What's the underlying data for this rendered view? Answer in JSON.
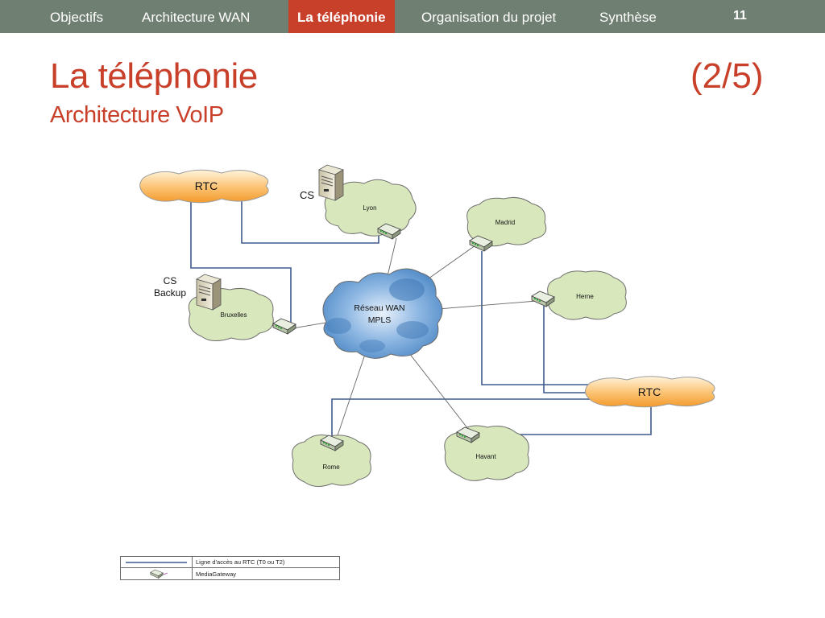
{
  "nav": {
    "items": [
      {
        "label": "Objectifs"
      },
      {
        "label": "Architecture WAN"
      },
      {
        "label": "La téléphonie",
        "active": true
      },
      {
        "label": "Organisation du projet"
      },
      {
        "label": "Synthèse"
      }
    ],
    "page_number": "11"
  },
  "title": "La téléphonie",
  "title_right": "(2/5)",
  "subtitle": "Architecture VoIP",
  "diagram": {
    "rtc_top": "RTC",
    "rtc_right": "RTC",
    "cs_label": "CS",
    "cs_backup_line1": "CS",
    "cs_backup_line2": "Backup",
    "wan_line1": "Réseau WAN",
    "wan_line2": "MPLS",
    "sites": {
      "lyon": "Lyon",
      "madrid": "Madrid",
      "herne": "Herne",
      "bruxelles": "Bruxelles",
      "rome": "Rome",
      "havant": "Havant"
    }
  },
  "legend": {
    "rows": [
      {
        "text": "Ligne d'accès au RTC (T0 ou T2)"
      },
      {
        "text": "MediaGateway"
      }
    ]
  },
  "colors": {
    "nav_bg": "#6f7f71",
    "accent": "#c9402a",
    "site_cloud": "#d9e8bc",
    "rtc_cloud": "#f9b45c",
    "wan_cloud": "#5f97cf",
    "access_line": "#3d5a8e"
  }
}
